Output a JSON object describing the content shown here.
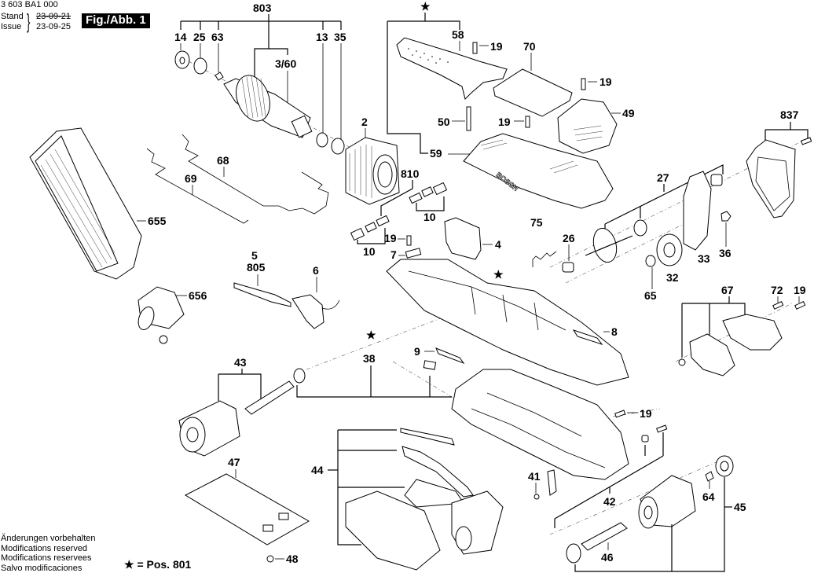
{
  "header": {
    "doc_number": "3 603 BA1 000",
    "stand_label": "Stand",
    "issue_label": "Issue",
    "stand_date": "23-09-21",
    "issue_date": "23-09-25",
    "figure_label": "Fig./Abb. 1"
  },
  "footer": {
    "lines": [
      "Änderungen vorbehalten",
      "Modifications reserved",
      "Modifications reservees",
      "Salvo modificaciones"
    ],
    "legend": "★ = Pos. 801"
  },
  "brand_on_housing": "BOSCH",
  "labels": {
    "l803": "803",
    "l14": "14",
    "l25": "25",
    "l63": "63",
    "l13": "13",
    "l35": "35",
    "l360": "3/60",
    "lstar_top": "★",
    "l58": "58",
    "l19a": "19",
    "l70": "70",
    "l19b": "19",
    "l49": "49",
    "l50": "50",
    "l19c": "19",
    "l59": "59",
    "l837": "837",
    "l2": "2",
    "l68": "68",
    "l69": "69",
    "l655": "655",
    "l810": "810",
    "l10a": "10",
    "l10b": "10",
    "l19d": "19",
    "l7": "7",
    "l4": "4",
    "l75": "75",
    "l27": "27",
    "l26": "26",
    "l33": "33",
    "l36": "36",
    "l32": "32",
    "l65": "65",
    "l5": "5",
    "l805": "805",
    "l6": "6",
    "l656": "656",
    "lstar_mid": "★",
    "l67": "67",
    "l72": "72",
    "l19e": "19",
    "l8": "8",
    "l9": "9",
    "lstar_38": "★",
    "l38": "38",
    "l43": "43",
    "l19f": "19",
    "l47": "47",
    "l44": "44",
    "l41": "41",
    "l42": "42",
    "l64": "64",
    "l45": "45",
    "l46": "46",
    "l48": "48"
  }
}
